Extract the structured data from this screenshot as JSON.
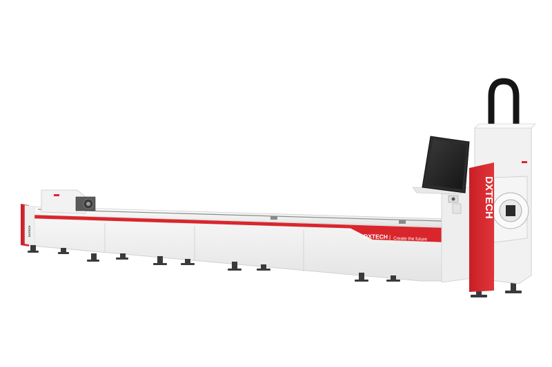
{
  "product": {
    "brand": "DXTECH",
    "slogan": "Create the future",
    "separator": "|",
    "side_logo": "DXTECH",
    "chuck_logo": "DXTECH"
  },
  "colors": {
    "accent_red": "#d9262c",
    "body_white": "#f4f4f4",
    "shadow_grey": "#c9c9c9",
    "dark": "#1e1e1e"
  }
}
